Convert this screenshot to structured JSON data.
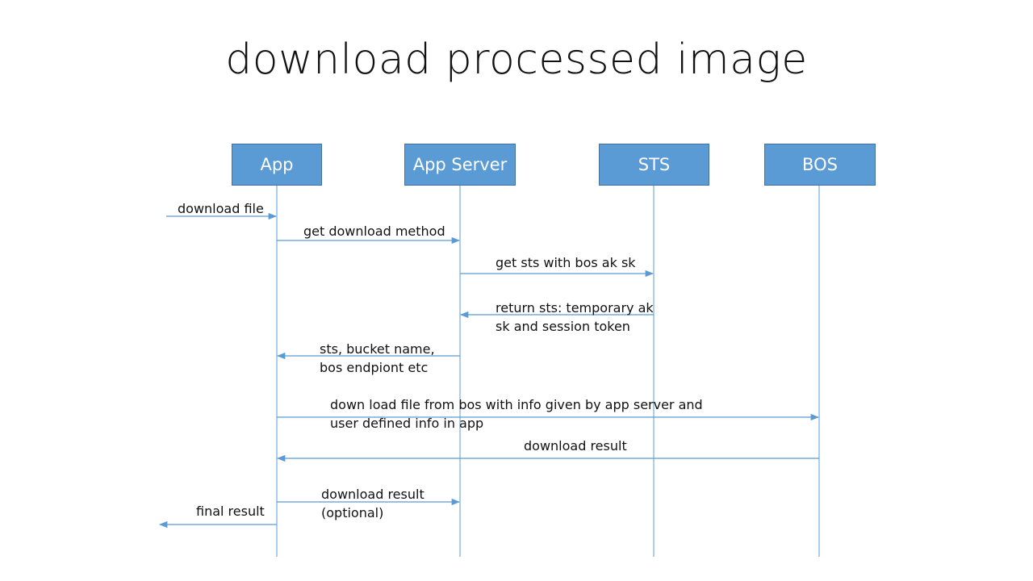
{
  "title": "download processed image",
  "actors": [
    "App",
    "App Server",
    "STS",
    "BOS"
  ],
  "messages": [
    {
      "label": "download file",
      "from": "external",
      "to": "App"
    },
    {
      "label": "get download method",
      "from": "App",
      "to": "App Server"
    },
    {
      "label": "get sts with bos ak sk",
      "from": "App Server",
      "to": "STS"
    },
    {
      "label_lines": [
        "return sts: temporary ak",
        "sk and session token"
      ],
      "from": "STS",
      "to": "App Server"
    },
    {
      "label_lines": [
        "sts, bucket name,",
        "bos endpiont etc"
      ],
      "from": "App Server",
      "to": "App"
    },
    {
      "label_lines": [
        "down load file from bos with info given by app server and",
        "user defined info in app"
      ],
      "from": "App",
      "to": "BOS"
    },
    {
      "label": "download result",
      "from": "BOS",
      "to": "App"
    },
    {
      "label_lines": [
        "download result",
        "(optional)"
      ],
      "from": "App",
      "to": "App Server"
    },
    {
      "label": "final result",
      "from": "App",
      "to": "external"
    }
  ],
  "colors": {
    "actor_fill": "#5b9bd5",
    "actor_border": "#41719c",
    "line": "#5b9bd5"
  }
}
